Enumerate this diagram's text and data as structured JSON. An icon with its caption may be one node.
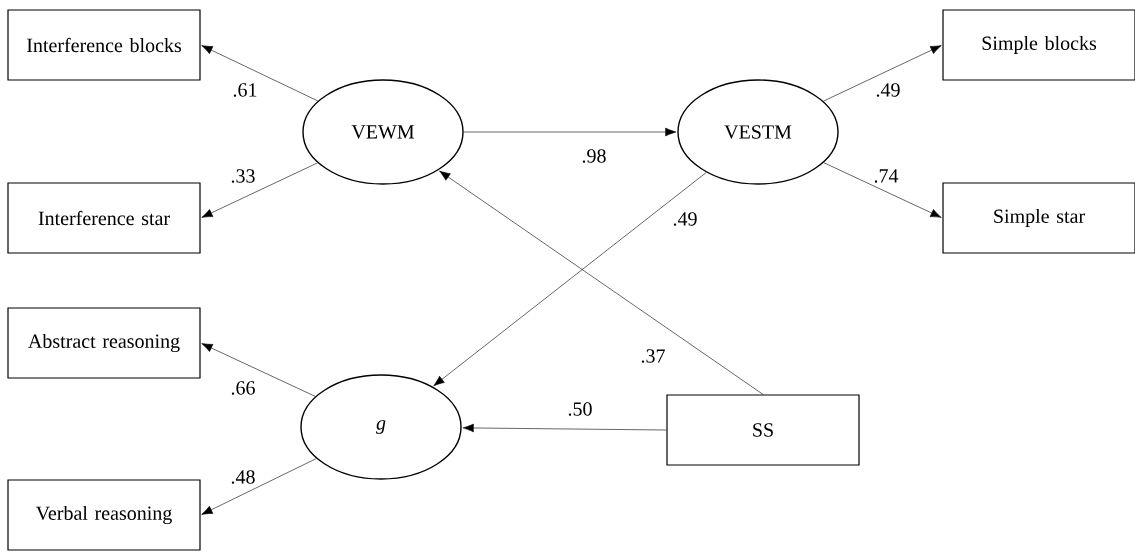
{
  "diagram": {
    "nodes": [
      {
        "text": [
          "Interference blocks"
        ]
      },
      {
        "text": [
          "VEWM"
        ]
      },
      {
        "text": [
          "VESTM"
        ]
      },
      {
        "text": [
          "Simple blocks"
        ]
      },
      {
        "text": [
          "Interference star"
        ]
      },
      {
        "text": [
          "Simple star"
        ]
      },
      {
        "text": [
          "Abstract reasoning"
        ]
      },
      {
        "text": [
          "g"
        ]
      },
      {
        "text": [
          "SS"
        ]
      },
      {
        "text": [
          "Verbal reasoning"
        ]
      }
    ],
    "edges": [
      {
        "from": 1,
        "to": 0,
        "arrow": "to",
        "label": ".61"
      },
      {
        "from": 1,
        "to": 4,
        "arrow": "to",
        "label": ".33"
      },
      {
        "from": 1,
        "to": 2,
        "arrow": "to",
        "label": ".98"
      },
      {
        "from": 2,
        "to": 3,
        "arrow": "to",
        "label": ".49"
      },
      {
        "from": 2,
        "to": 5,
        "arrow": "to",
        "label": ".74"
      },
      {
        "from": 2,
        "to": 7,
        "arrow": "to",
        "label": ".49"
      },
      {
        "from": 8,
        "to": 1,
        "arrow": "to",
        "label": ".37"
      },
      {
        "from": 8,
        "to": 7,
        "arrow": "to",
        "label": ".50"
      },
      {
        "from": 7,
        "to": 6,
        "arrow": "to",
        "label": ".66"
      },
      {
        "from": 7,
        "to": 9,
        "arrow": "to",
        "label": ".48"
      }
    ]
  }
}
